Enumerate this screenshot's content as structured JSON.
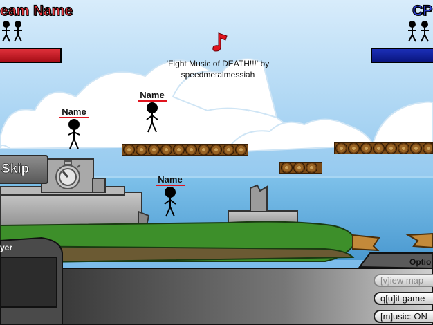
{
  "hud": {
    "player_team_name": "eam Name",
    "cpu_team_name": "CP",
    "player_health": 1.0,
    "cpu_health": 1.0,
    "colors": {
      "player": "#d0202a",
      "cpu": "#1226a8"
    }
  },
  "music": {
    "icon": "music-note-icon",
    "line1": "'Fight Music of DEATH!!!' by",
    "line2": "speedmetalmessiah"
  },
  "characters": [
    {
      "label": "Name"
    },
    {
      "label": "Name"
    },
    {
      "label": "Name"
    }
  ],
  "controls": {
    "skip_label": "Skip",
    "timer_icon": "stopwatch-icon"
  },
  "bottom_panel": {
    "left_tab_label": "yer",
    "options_label": "Optio",
    "menu": [
      {
        "label": "[v]iew map",
        "enabled": false
      },
      {
        "label": "q[u]it game",
        "enabled": true
      },
      {
        "label": "[m]usic: ON",
        "enabled": true
      }
    ]
  }
}
